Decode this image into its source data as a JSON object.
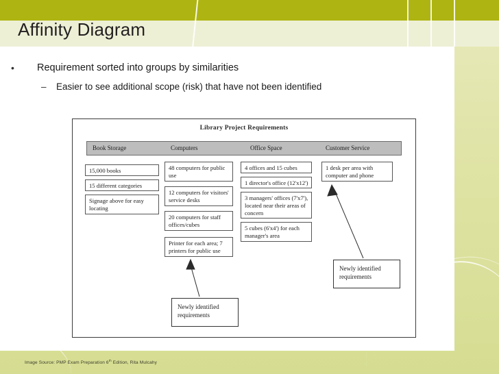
{
  "slide": {
    "title": "Affinity Diagram",
    "bullets": [
      {
        "marker": "•",
        "text": "Requirement sorted into groups by similarities",
        "level": 1
      },
      {
        "marker": "–",
        "text": "Easier to see additional scope (risk) that have not been identified",
        "level": 2
      }
    ],
    "footer": {
      "prefix": "Image Source: PMP Exam Preparation 6",
      "superscript": "th",
      "suffix": " Edition, Rita Mulcahy"
    }
  },
  "figure": {
    "title": "Library Project Requirements",
    "columns": [
      {
        "header": "Book Storage",
        "notes": [
          "15,000 books",
          "15 different categories",
          "Signage above for easy locating"
        ]
      },
      {
        "header": "Computers",
        "notes": [
          "48 computers for public use",
          "12 computers for visitors' service desks",
          "20 computers for staff offices/cubes",
          "Printer for each area; 7 printers for public use"
        ]
      },
      {
        "header": "Office Space",
        "notes": [
          "4 offices and 15 cubes",
          "1 director's office (12'x12')",
          "3 managers' offices (7'x7'), located near their areas of concern",
          "5 cubes (6'x4') for each manager's area"
        ]
      },
      {
        "header": "Customer Service",
        "notes": [
          "1 desk per area with computer and phone"
        ]
      }
    ],
    "callouts": [
      {
        "id": "left",
        "text": "Newly identified requirements"
      },
      {
        "id": "right",
        "text": "Newly identified requirements"
      }
    ]
  },
  "theme": {
    "olive": "#aeb411",
    "pale_band": "#eef0d6",
    "panel": "#ffffff",
    "text": "#231f20",
    "header_bar": "#bdbdbd"
  }
}
